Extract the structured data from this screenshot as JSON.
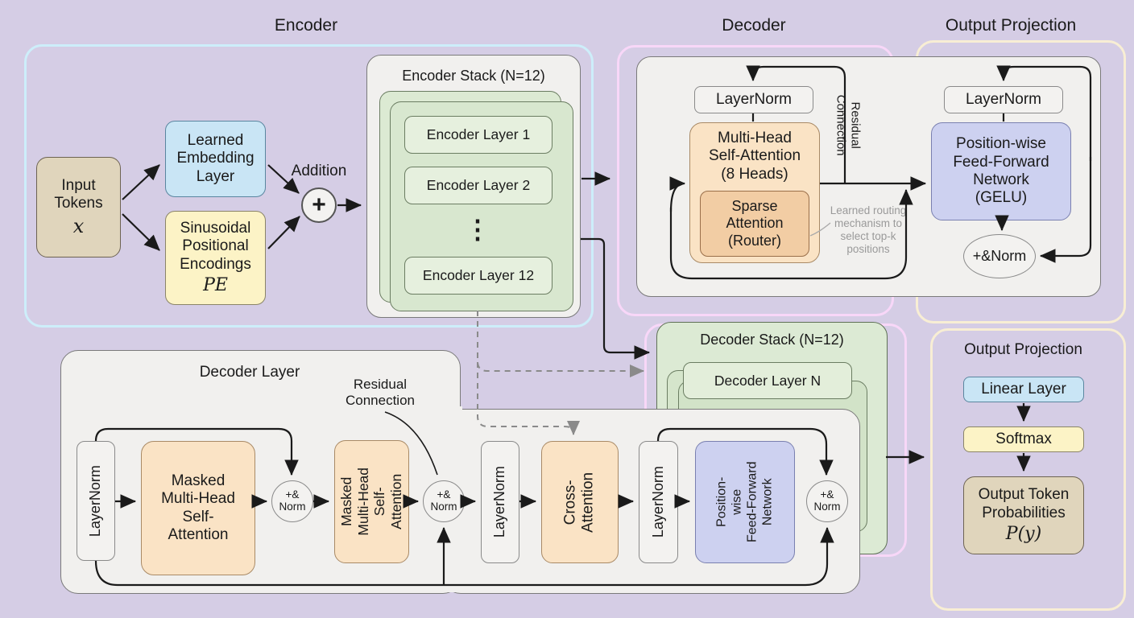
{
  "titles": {
    "encoder": "Encoder",
    "decoder": "Decoder",
    "output_projection_top": "Output Projection",
    "output_projection_bottom": "Output Projection"
  },
  "labels": {
    "layernorm": "LayerNorm",
    "add_norm": "+&Norm",
    "add_norm_small": "+&\nNorm",
    "plus": "+",
    "ellipsis": "⋮",
    "addition": "Addition"
  },
  "encoder": {
    "input_tokens": "Input\nTokens",
    "input_tokens_math": "x",
    "embedding": "Learned\nEmbedding\nLayer",
    "positional": "Sinusoidal\nPositional\nEncodings",
    "positional_math": "PE",
    "stack_title": "Encoder Stack (N=12)",
    "layer1": "Encoder Layer 1",
    "layer2": "Encoder Layer 2",
    "layer12": "Encoder Layer 12"
  },
  "decoder": {
    "mhsa": "Multi-Head\nSelf-Attention\n(8 Heads)",
    "sparse": "Sparse\nAttention\n(Router)",
    "residual_vertical": "Residual Connection",
    "routing_note": "Learned routing\nmechanism to\nselect top-k\npositions",
    "stack_title": "Decoder Stack (N=12)",
    "layer_n": "Decoder Layer N"
  },
  "output_top": {
    "ffn": "Position-wise\nFeed-Forward\nNetwork\n(GELU)"
  },
  "decoder_layer": {
    "title": "Decoder Layer",
    "residual_label": "Residual\nConnection",
    "masked_mhsa": "Masked\nMulti-Head\nSelf-\nAttention",
    "masked_mhsa_vertical": "Masked\nMulti-Head\nSelf-Attention",
    "cross_attention": "Cross-Attention",
    "ffn_vertical": "Position-\nwise\nFeed-Forward\nNetwork"
  },
  "output_bottom": {
    "linear": "Linear Layer",
    "softmax": "Softmax",
    "output_tokens": "Output Token\nProbabilities",
    "output_tokens_math": "P(y)"
  },
  "colors": {
    "background": "#d5cde5",
    "encoder_border": "#cdeefa",
    "decoder_border": "#f8d7f8",
    "output_border": "#f8eed4",
    "panel": "#f1f0ee",
    "green_box": "#dcead4",
    "green_layer": "#e6f0de",
    "orange": "#fae3c5",
    "orange_dark": "#f2cda4",
    "blue": "#c9e5f5",
    "yellow": "#fcf3c6",
    "tan": "#e0d5bc",
    "purple": "#cdd1f0",
    "gray_box": "#f3f2f0"
  }
}
